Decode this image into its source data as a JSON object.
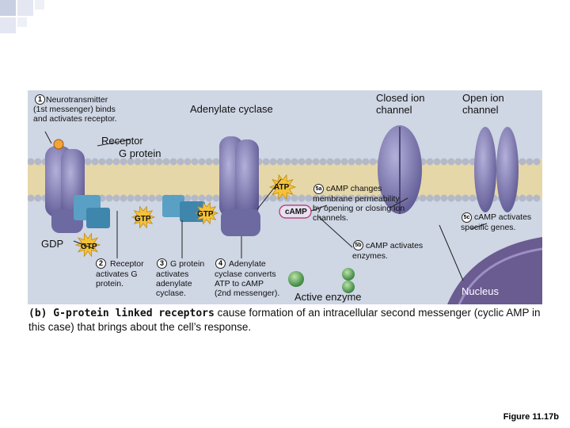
{
  "labels": {
    "step1_num": "1",
    "step1_text": [
      "Neurotransmitter",
      "(1st messenger) binds",
      "and activates receptor."
    ],
    "adenylate_cyclase": "Adenylate cyclase",
    "closed_channel": [
      "Closed ion",
      "channel"
    ],
    "open_channel": [
      "Open ion",
      "channel"
    ],
    "receptor_gprotein": [
      "Receptor",
      "G protein"
    ],
    "atp": "ATP",
    "camp": "cAMP",
    "gtp": "GTP",
    "gdp": "GDP",
    "step5a_num": "5a",
    "step5a_text": [
      "cAMP changes",
      "membrane permeability",
      "by opening or closing ion",
      "channels."
    ],
    "step5c_num": "5c",
    "step5c_text": [
      "cAMP activates",
      "specific genes."
    ],
    "step5b_num": "5b",
    "step5b_text": [
      "cAMP activates",
      "enzymes."
    ],
    "step2_num": "2",
    "step2_text": [
      "Receptor",
      "activates G",
      "protein."
    ],
    "step3_num": "3",
    "step3_text": [
      "G protein",
      "activates",
      "adenylate",
      "cyclase."
    ],
    "step4_num": "4",
    "step4_text": [
      "Adenylate",
      "cyclase converts",
      "ATP to cAMP",
      "(2nd messenger)."
    ],
    "active_enzyme": "Active enzyme",
    "nucleus": "Nucleus"
  },
  "caption": {
    "lead": "(b) G-protein linked receptors",
    "rest": " cause formation of an intracellular second messenger (cyclic AMP in this case) that brings about the cell’s response."
  },
  "figure_label": "Figure 11.17b",
  "colors": {
    "panel": "#cfd6e4",
    "protein": "#7c78ad",
    "membrane_head": "#b3b9c9",
    "gprotein": "#5aa0c4",
    "starburst": "#f4c23a",
    "green_enzyme": "#58a85a",
    "nucleus": "#6a5b91"
  }
}
